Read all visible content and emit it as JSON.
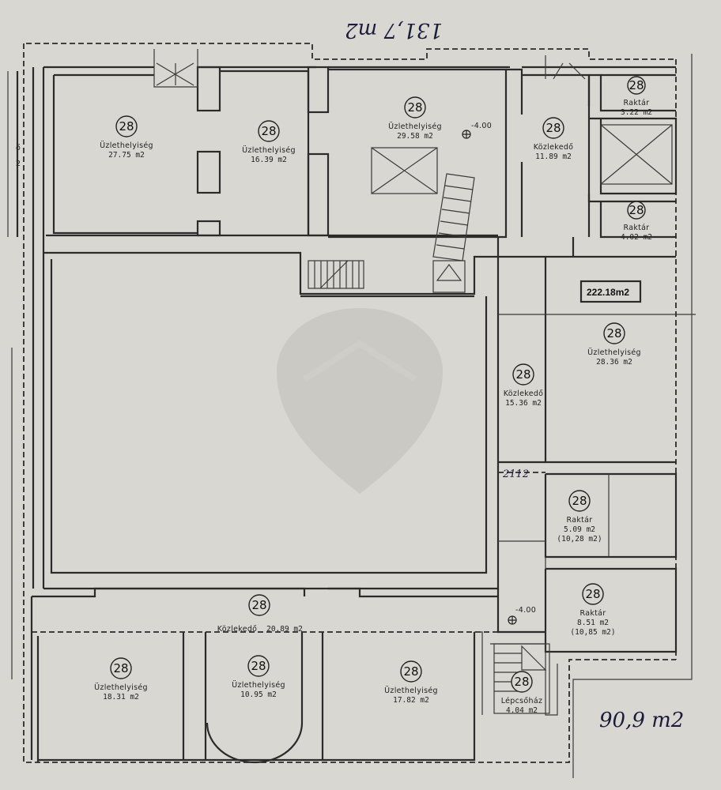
{
  "handwritten": {
    "top_note": "131,7 m2",
    "bottom_note": "90,9 m2",
    "mid_note": "2112"
  },
  "summary_box": "222.18m2",
  "rooms": [
    {
      "id": "r1",
      "number": "28",
      "name": "Üzlethelyiség",
      "area": "27.75 m2"
    },
    {
      "id": "r2",
      "number": "28",
      "name": "Üzlethelyiség",
      "area": "16.39 m2"
    },
    {
      "id": "r3",
      "number": "28",
      "name": "Üzlethelyiség",
      "area": "29.58 m2"
    },
    {
      "id": "r4",
      "number": "28",
      "name": "Közlekedő",
      "area": "11.89 m2"
    },
    {
      "id": "r5",
      "number": "28",
      "name": "Raktár",
      "area": "3.22 m2"
    },
    {
      "id": "r6",
      "number": "28",
      "name": "Raktár",
      "area": "4.02 m2"
    },
    {
      "id": "r7",
      "number": "28",
      "name": "Üzlethelyiség",
      "area": "28.36 m2"
    },
    {
      "id": "r8",
      "number": "28",
      "name": "Közlekedő",
      "area": "15.36 m2"
    },
    {
      "id": "r9",
      "number": "28",
      "name": "Raktár",
      "area": "5.09 m2",
      "extra": "(10,28 m2)"
    },
    {
      "id": "r10",
      "number": "28",
      "name": "Raktár",
      "area": "8.51 m2",
      "extra": "(10,85 m2)"
    },
    {
      "id": "r11",
      "number": "28",
      "name": "Közlekedő",
      "area": "20.89 m2"
    },
    {
      "id": "r12",
      "number": "28",
      "name": "Üzlethelyiség",
      "area": "18.31 m2"
    },
    {
      "id": "r13",
      "number": "28",
      "name": "Üzlethelyiség",
      "area": "10.95 m2"
    },
    {
      "id": "r14",
      "number": "28",
      "name": "Üzlethelyiség",
      "area": "17.82 m2"
    },
    {
      "id": "r15",
      "number": "28",
      "name": "Lépcsőház",
      "area": "4.04 m2"
    }
  ],
  "levels": [
    "-4.00",
    "-4.00"
  ],
  "margin_marks": [
    "ő",
    "2"
  ]
}
